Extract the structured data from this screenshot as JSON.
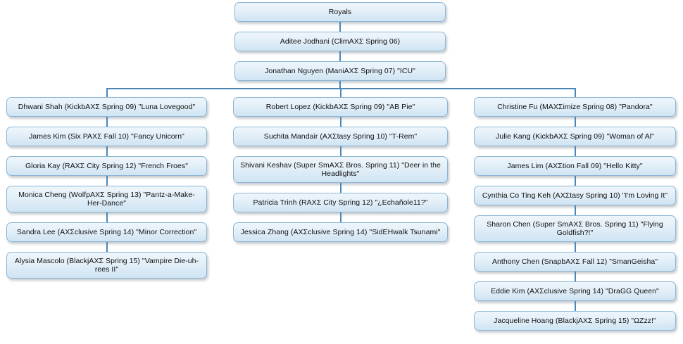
{
  "diagram": {
    "title": "Royals",
    "root": {
      "id": "royals",
      "label": "Royals"
    },
    "trunk": [
      {
        "id": "aditee-jodhani",
        "label": "Aditee Jodhani (ClimAXΣ Spring 06)"
      },
      {
        "id": "jonathan-nguyen",
        "label": "Jonathan Nguyen (ManiAXΣ Spring 07) \"ICU\""
      }
    ],
    "branches": [
      {
        "id": "branch-left",
        "nodes": [
          {
            "id": "dhwani-shah",
            "label": "Dhwani Shah (KickbAXΣ Spring 09) \"Luna Lovegood\"",
            "lines": 1
          },
          {
            "id": "james-kim",
            "label": "James Kim (Six PAXΣ Fall 10) \"Fancy Unicorn\"",
            "lines": 1
          },
          {
            "id": "gloria-kay",
            "label": "Gloria Kay (RAXΣ City Spring 12) \"French Froes\"",
            "lines": 1
          },
          {
            "id": "monica-cheng",
            "label": "Monica Cheng (WolfpAXΣ Spring 13) \"Pantz-a-Make-Her-Dance\"",
            "lines": 2
          },
          {
            "id": "sandra-lee",
            "label": "Sandra Lee (AXΣclusive Spring 14) \"Minor Correction\"",
            "lines": 1
          },
          {
            "id": "alysia-mascolo",
            "label": "Alysia Mascolo (BlackjAXΣ Spring 15) \"Vampire Die-uh-rees II\"",
            "lines": 2
          }
        ]
      },
      {
        "id": "branch-middle",
        "nodes": [
          {
            "id": "robert-lopez",
            "label": "Robert Lopez (KickbAXΣ Spring 09) \"AB Pie\"",
            "lines": 1
          },
          {
            "id": "suchita-mandair",
            "label": "Suchita Mandair (AXΣtasy Spring 10) \"T-Rem\"",
            "lines": 1
          },
          {
            "id": "shivani-keshav",
            "label": "Shivani Keshav (Super SmAXΣ Bros. Spring 11) \"Deer in the Headlights\"",
            "lines": 2
          },
          {
            "id": "patricia-trinh",
            "label": "Patricia Trinh (RAXΣ City Spring 12) \"¿Echañole11?\"",
            "lines": 1
          },
          {
            "id": "jessica-zhang",
            "label": "Jessica Zhang (AXΣclusive Spring 14) \"SidEHwalk Tsunami\"",
            "lines": 1
          }
        ]
      },
      {
        "id": "branch-right",
        "nodes": [
          {
            "id": "christine-fu",
            "label": "Christine Fu (MAXΣimize Spring 08) \"Pandora\"",
            "lines": 1
          },
          {
            "id": "julie-kang",
            "label": "Julie Kang (KickbAXΣ Spring 09) \"Woman of Al\"",
            "lines": 1
          },
          {
            "id": "james-lim",
            "label": "James Lim (AXΣtion Fall 09) \"Hello Kitty\"",
            "lines": 1
          },
          {
            "id": "cynthia-co-ting-keh",
            "label": "Cynthia Co Ting Keh (AXΣtasy Spring 10) \"I'm Loving It\"",
            "lines": 1
          },
          {
            "id": "sharon-chen",
            "label": "Sharon Chen (Super SmAXΣ Bros. Spring 11) \"Flying Goldfish?!\"",
            "lines": 2
          },
          {
            "id": "anthony-chen",
            "label": "Anthony Chen (SnapbAXΣ Fall 12) \"SmanGeisha\"",
            "lines": 1
          },
          {
            "id": "eddie-kim",
            "label": "Eddie Kim (AXΣclusive Spring 14) \"DraGG Queen\"",
            "lines": 1
          },
          {
            "id": "jacqueline-hoang",
            "label": "Jacqueline Hoang (BlackjAXΣ Spring 15) \"ΩZzz!\"",
            "lines": 1
          }
        ]
      }
    ],
    "colors": {
      "connector": "#4a86b8",
      "box_border": "#8cb6d4",
      "box_fill_top": "#eef6fb",
      "box_fill_bottom": "#cfe4f3",
      "background": "#ffffff",
      "text": "#111111"
    }
  }
}
